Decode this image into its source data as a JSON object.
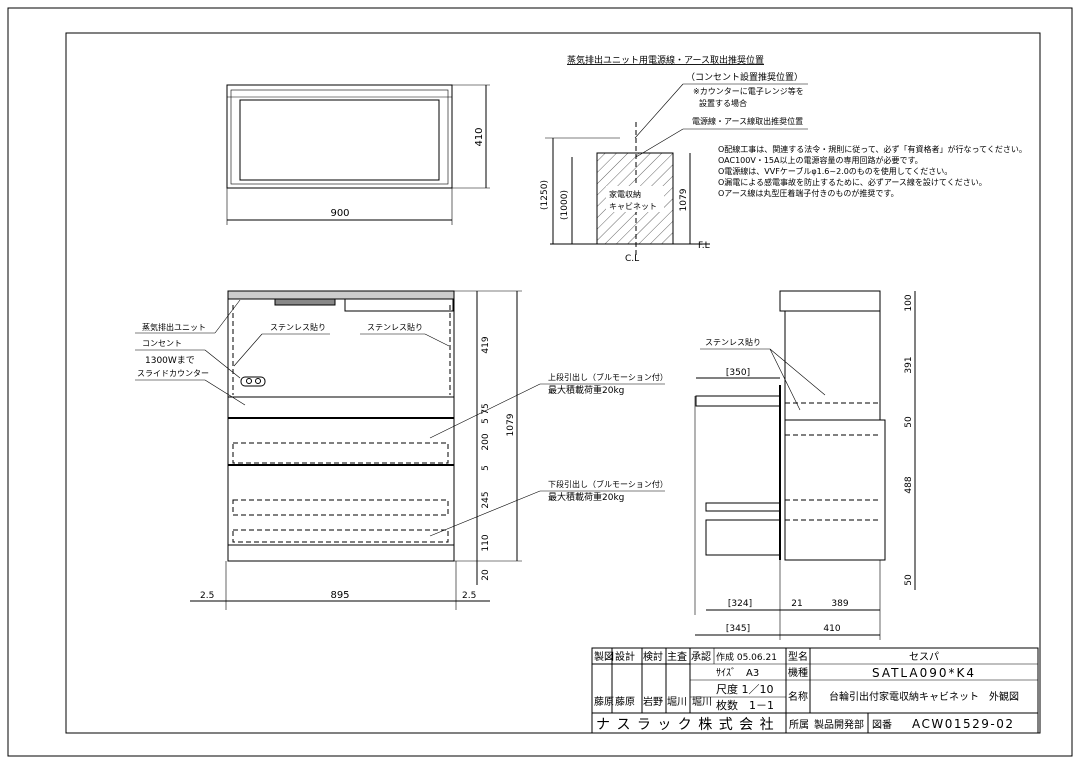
{
  "top_view": {
    "width": "900",
    "height": "410"
  },
  "elec_detail": {
    "title": "蒸気排出ユニット用電源線・アース取出推奨位置",
    "outlet_pos": "（コンセント設置推奨位置）",
    "note_a": "※カウンターに電子レンジ等を",
    "note_b": "設置する場合",
    "cable_pos": "電源線・アース線取出推奨位置",
    "cabinet_a": "家電収納",
    "cabinet_b": "キャビネット",
    "dim_1250": "(1250)",
    "dim_1000": "(1000)",
    "dim_1079": "1079",
    "cl": "C.L",
    "fl": "F.L"
  },
  "notes": [
    "O配線工事は、関連する法令・規則に従って、必ず「有資格者」が行なってください。",
    "OAC100V・15A以上の電源容量の専用回路が必要です。",
    "O電源線は、VVFケーブルφ1.6~2.0のものを使用してください。",
    "O漏電による感電事故を防止するために、必ずアース線を設けてください。",
    "Oアース線は丸型圧着端子付きのものが推奨です。"
  ],
  "front_view": {
    "steam_unit": "蒸気排出ユニット",
    "outlet": "コンセント",
    "w1300": "1300Wまで",
    "slide": "スライドカウンター",
    "stainless_1": "ステンレス貼り",
    "stainless_2": "ステンレス貼り",
    "upper_drawer": "上段引出し（ブルモーション付）",
    "upper_load": "最大積載荷重20kg",
    "lower_drawer": "下段引出し（ブルモーション付）",
    "lower_load": "最大積載荷重20kg",
    "dims": {
      "d419": "419",
      "d75": "75",
      "d5a": "5",
      "d200": "200",
      "d5b": "5",
      "d245": "245",
      "d110": "110",
      "d20": "20",
      "d1079": "1079",
      "w895": "895",
      "l25": "2.5",
      "r25": "2.5"
    }
  },
  "side_view": {
    "stainless": "ステンレス貼り",
    "d350": "[350]",
    "d324": "[324]",
    "d21": "21",
    "d389": "389",
    "d345": "[345]",
    "d410": "410",
    "d100": "100",
    "d391": "391",
    "d50a": "50",
    "d488": "488",
    "d50b": "50"
  },
  "title_block": {
    "roles": [
      "製図",
      "設計",
      "検討",
      "主査",
      "承認"
    ],
    "names": [
      "藤原",
      "藤原",
      "岩野",
      "堀川",
      "堀川"
    ],
    "created": "作成 05.06.21",
    "size": "ｻｲｽﾞ　A3",
    "scale": "尺度 1／10",
    "sheets": "枚数　1－1",
    "model_label": "型名",
    "model": "セスパ",
    "type_label": "機種",
    "type": "SATLA090*K4",
    "name_label": "名称",
    "name": "台輪引出付家電収納キャビネット　外観図",
    "company": "ナ ス ラ ッ ク 株 式 会 社",
    "dept_label": "所属",
    "dept": "製品開発部",
    "drawno_label": "図番",
    "drawno": "ACW01529-02"
  }
}
